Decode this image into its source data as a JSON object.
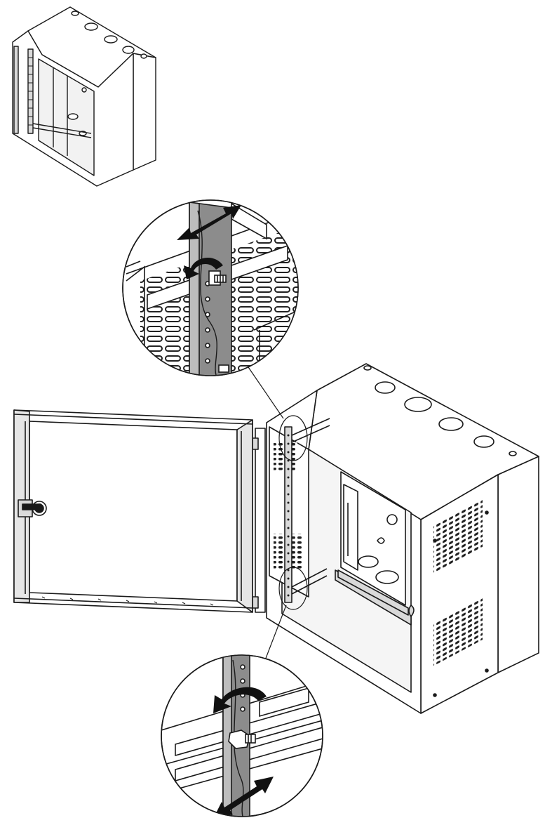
{
  "figure": {
    "description_text": "",
    "colors": {
      "line": "#1a1a1a",
      "panel_gray": "#d9d9d9",
      "rail_gray": "#8c8c8c",
      "white": "#ffffff",
      "arrow_black": "#111111"
    },
    "parts": {
      "overview": "small-cabinet-overview",
      "main": "main-cabinet-with-open-door",
      "zoom_top": "top-rail-detail-callout",
      "zoom_bottom": "bottom-rail-detail-callout"
    },
    "icons": [
      "slide-arrow-icon",
      "rotate-arrow-icon",
      "bolt-icon",
      "knockout-hole-icon",
      "door-handle-icon"
    ]
  }
}
